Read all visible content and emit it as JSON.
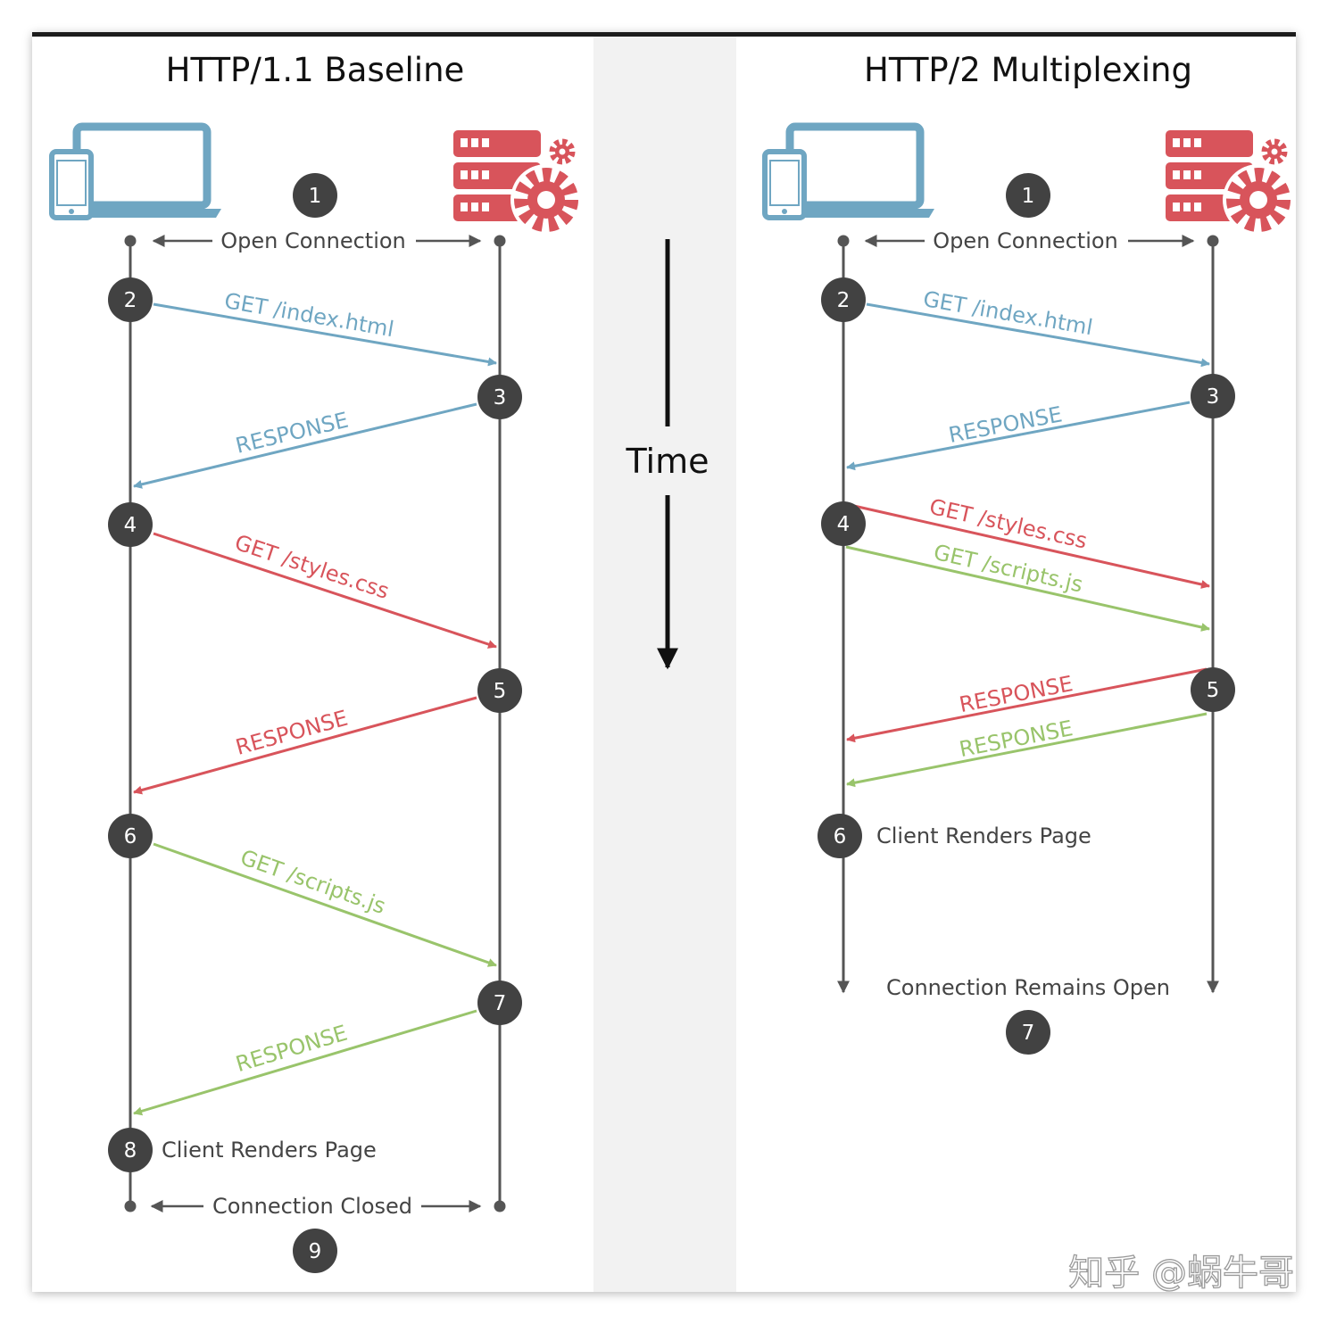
{
  "colors": {
    "blue": "#6fa6c2",
    "red": "#d8545b",
    "green": "#99c46b",
    "node": "#424242",
    "line": "#555555",
    "middle_band": "#f2f2f2"
  },
  "titles": {
    "http1": "HTTP/1.1 Baseline",
    "http2": "HTTP/2 Multiplexing"
  },
  "time_label": "Time",
  "icons": [
    "devices-icon",
    "server-gear-icon"
  ],
  "http1": {
    "open_connection": "Open Connection",
    "steps": {
      "s1": "1",
      "s2": "2",
      "s3": "3",
      "s4": "4",
      "s5": "5",
      "s6": "6",
      "s7": "7",
      "s8": "8",
      "s9": "9"
    },
    "messages": {
      "get_index": "GET /index.html",
      "response_index": "RESPONSE",
      "get_styles": "GET /styles.css",
      "response_styles": "RESPONSE",
      "get_scripts": "GET /scripts.js",
      "response_scripts": "RESPONSE"
    },
    "client_renders": "Client Renders Page",
    "connection_closed": "Connection Closed"
  },
  "http2": {
    "open_connection": "Open Connection",
    "steps": {
      "s1": "1",
      "s2": "2",
      "s3": "3",
      "s4": "4",
      "s5": "5",
      "s6": "6",
      "s7": "7"
    },
    "messages": {
      "get_index": "GET /index.html",
      "response_index": "RESPONSE",
      "get_styles": "GET /styles.css",
      "get_scripts": "GET /scripts.js",
      "response_styles": "RESPONSE",
      "response_scripts": "RESPONSE"
    },
    "client_renders": "Client Renders Page",
    "connection_remains_open": "Connection Remains Open"
  },
  "watermark": "知乎 @蜗牛哥"
}
